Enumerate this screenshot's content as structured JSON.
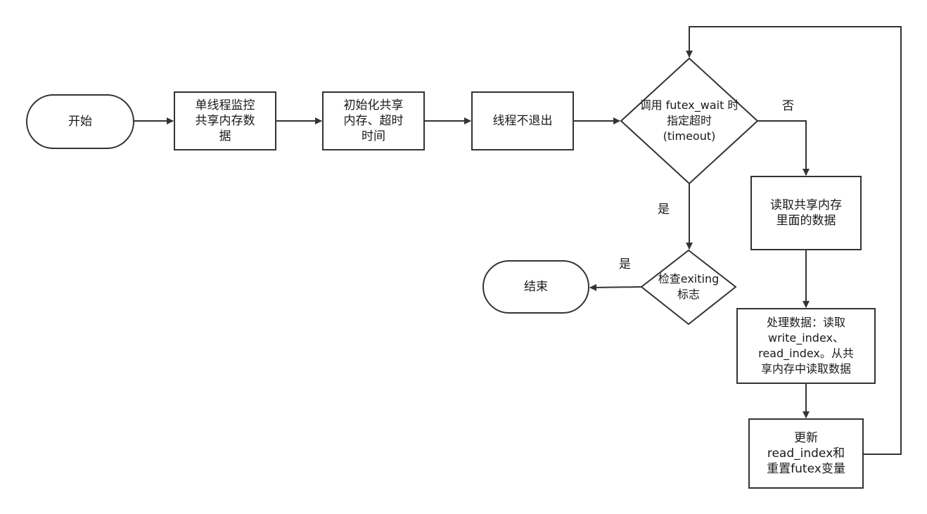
{
  "diagram": {
    "nodes": {
      "start": "开始",
      "monitor": "单线程监控\n共享内存数\n据",
      "init": "初始化共享\n内存、超时\n时间",
      "loop": "线程不退出",
      "wait": "调用 futex_wait 时\n指定超时\n(timeout)",
      "read": "读取共享内存\n里面的数据",
      "process": "处理数据：读取\nwrite_index、\nread_index。从共\n享内存中读取数据",
      "update": "更新\nread_index和\n重置futex变量",
      "check": "检查exiting\n标志",
      "end": "结束"
    },
    "edge_labels": {
      "no": "否",
      "yes_wait": "是",
      "yes_check": "是"
    },
    "colors": {
      "stroke": "#333333",
      "fill": "#ffffff",
      "text": "#1a1a1a"
    }
  }
}
